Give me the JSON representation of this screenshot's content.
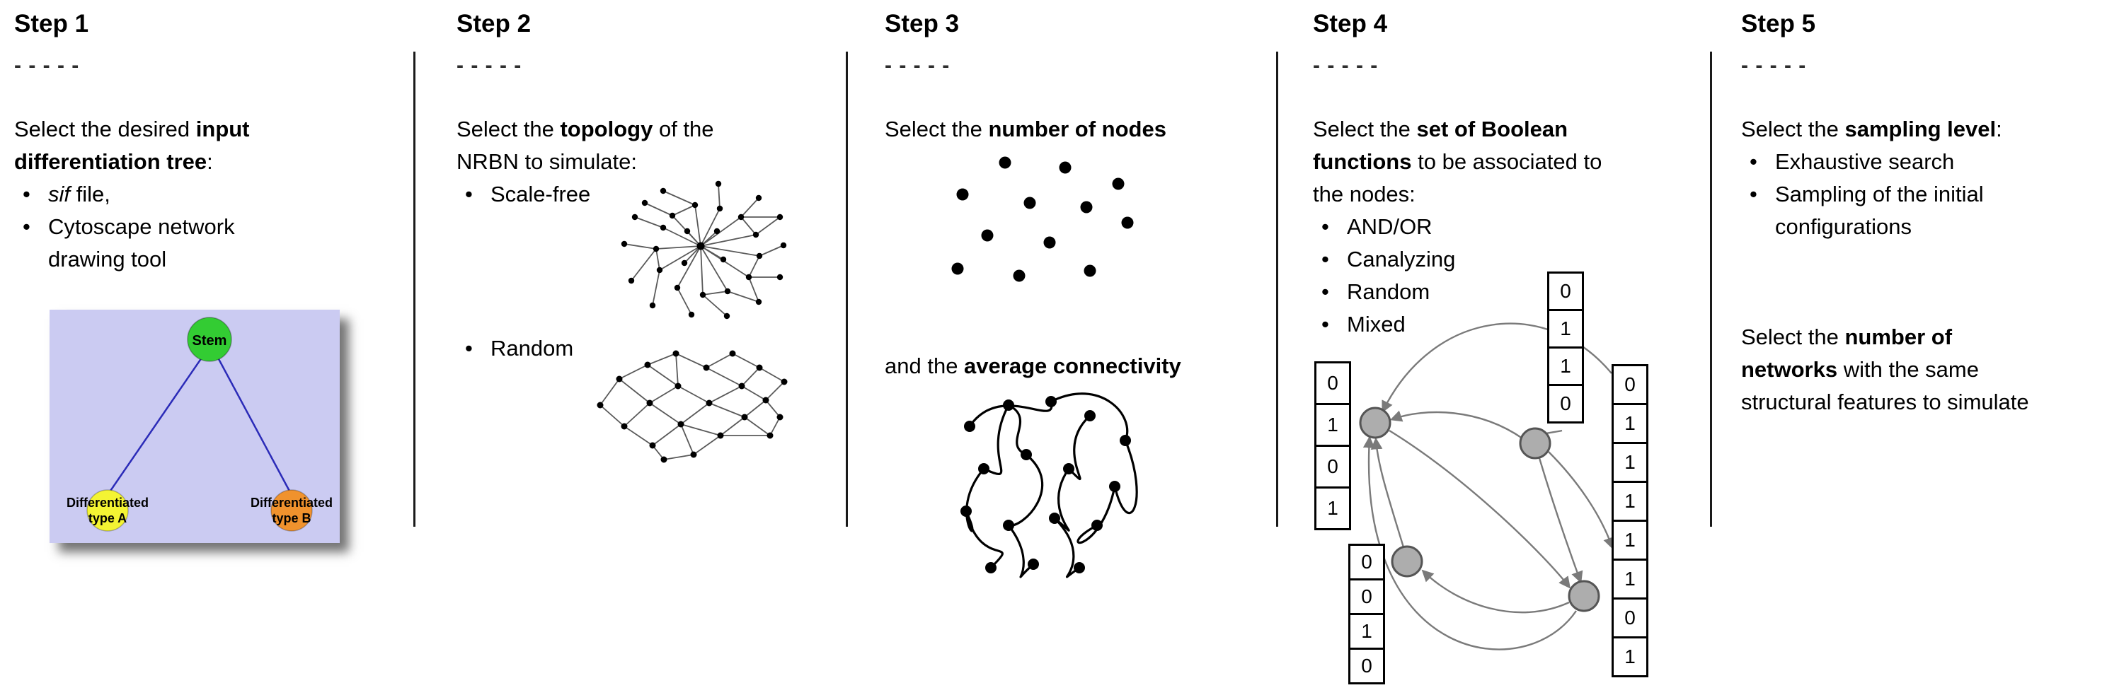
{
  "steps": [
    {
      "title": "Step 1",
      "dashes": "- - - - -",
      "intro": {
        "pre": "Select the desired ",
        "bold": "input differentiation tree",
        "post": ":"
      },
      "bullets": [
        {
          "italic": "sif",
          "text": " file,"
        },
        {
          "text": "Cytoscape network drawing tool"
        }
      ],
      "figure": {
        "background": "#cbcbf2",
        "stem": {
          "label": "Stem",
          "color": "#33cc33"
        },
        "type_a": {
          "label_line1": "Differentiated",
          "label_line2": "type A",
          "color": "#f4f433"
        },
        "type_b": {
          "label_line1": "Differentiated",
          "label_line2": "type B",
          "color": "#f0922d"
        }
      }
    },
    {
      "title": "Step 2",
      "dashes": "- - - - -",
      "intro": {
        "pre": "Select the ",
        "bold": "topology",
        "post": " of the NRBN to simulate:"
      },
      "bullets": [
        {
          "text": "Scale-free"
        },
        {
          "text": "Random"
        }
      ]
    },
    {
      "title": "Step 3",
      "dashes": "- - - - -",
      "intro": {
        "pre": "Select the ",
        "bold": "number of nodes",
        "post": ""
      },
      "second": {
        "pre": "and the ",
        "bold": "average connectivity",
        "post": ""
      }
    },
    {
      "title": "Step 4",
      "dashes": "- - - - -",
      "intro": {
        "pre": "Select the ",
        "bold": "set of Boolean functions",
        "post": " to be associated to the nodes:"
      },
      "bullets": [
        {
          "text": "AND/OR"
        },
        {
          "text": "Canalyzing"
        },
        {
          "text": "Random"
        },
        {
          "text": "Mixed"
        }
      ],
      "vectors": {
        "left": [
          "0",
          "1",
          "0",
          "1"
        ],
        "top": [
          "0",
          "1",
          "1",
          "0"
        ],
        "bottom_left": [
          "0",
          "0",
          "1",
          "0"
        ],
        "right": [
          "0",
          "1",
          "1",
          "1",
          "1",
          "1",
          "0",
          "1"
        ]
      }
    },
    {
      "title": "Step 5",
      "dashes": "- - - - -",
      "intro": {
        "pre": "Select the ",
        "bold": "sampling level",
        "post": ":"
      },
      "bullets": [
        {
          "text": "Exhaustive search"
        },
        {
          "text": "Sampling of the initial configurations"
        }
      ],
      "second": {
        "pre": "Select the ",
        "bold": "number of networks",
        "post": " with the same structural features to simulate"
      }
    }
  ]
}
